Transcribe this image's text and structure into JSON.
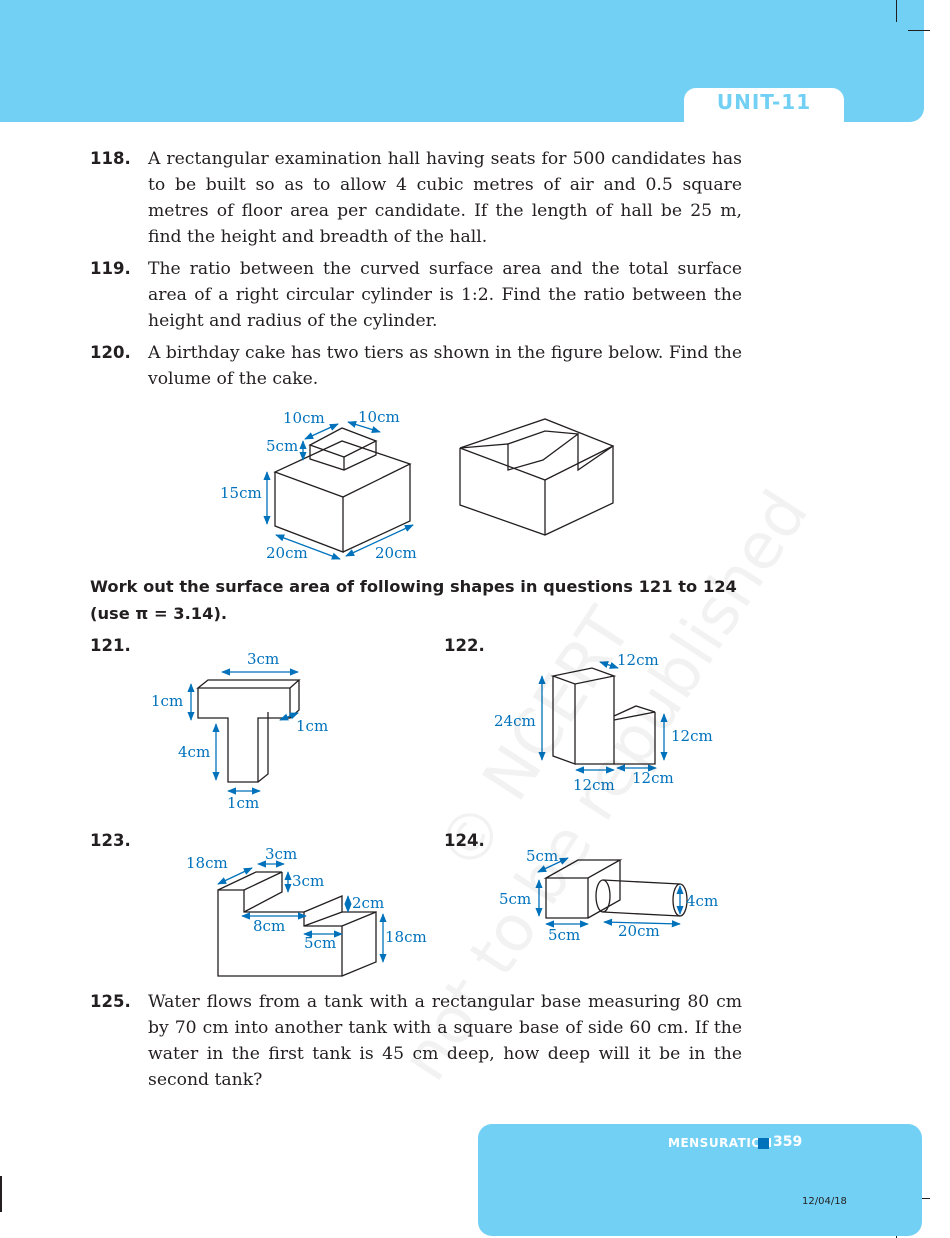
{
  "header": {
    "unit": "UNIT-11"
  },
  "questions": [
    {
      "num": "118.",
      "text": "A rectangular examination hall having seats for 500 candidates has to be built so as to allow 4 cubic metres of air and 0.5 square metres of floor area per candidate. If the length of hall be 25 m, find the height and breadth of the hall."
    },
    {
      "num": "119.",
      "text": "The ratio between the curved surface area and the total surface area of a right circular cylinder is 1:2. Find the ratio between the height and radius of the cylinder."
    },
    {
      "num": "120.",
      "text": "A birthday cake has two tiers as shown in the figure below. Find the volume of the cake."
    },
    {
      "num": "125.",
      "text": "Water flows from a tank with a rectangular base measuring 80 cm by 70 cm into another tank with a square base of side 60 cm. If the water in the first tank is 45 cm deep, how deep will it be in the second tank?"
    }
  ],
  "instruction": "Work out the surface area of following shapes in questions 121 to 124 (use π = 3.14).",
  "figure_numbers": {
    "q121": "121.",
    "q122": "122.",
    "q123": "123.",
    "q124": "124."
  },
  "figures": {
    "cake": {
      "top_w": "10cm",
      "top_d": "10cm",
      "top_h": "5cm",
      "bottom_h": "15cm",
      "bottom_w": "20cm",
      "bottom_d": "20cm"
    },
    "t_shape": {
      "top_len": "3cm",
      "top_h": "1cm",
      "depth": "1cm",
      "stem_h": "4cm",
      "stem_w": "1cm"
    },
    "blocks": {
      "depth": "12cm",
      "tall_h": "24cm",
      "short_h": "12cm",
      "tall_w": "12cm",
      "short_w": "12cm"
    },
    "steps": {
      "depth": "18cm",
      "step1_w": "3cm",
      "step1_h": "3cm",
      "step2_h": "2cm",
      "step_w": "8cm",
      "base_w": "5cm",
      "total_h": "18cm"
    },
    "cube_cyl": {
      "cube_d": "5cm",
      "cube_h": "5cm",
      "cube_w": "5cm",
      "cyl_len": "20cm",
      "cyl_dia": "4cm"
    }
  },
  "watermark": {
    "line1": "© NCERT",
    "line2": "not to be republished"
  },
  "footer": {
    "chapter": "MENSURATION",
    "page": "359",
    "date": "12/04/18"
  },
  "colors": {
    "band": "#72d0f4",
    "figure_label": "#0072bc",
    "ink": "#231f20"
  }
}
